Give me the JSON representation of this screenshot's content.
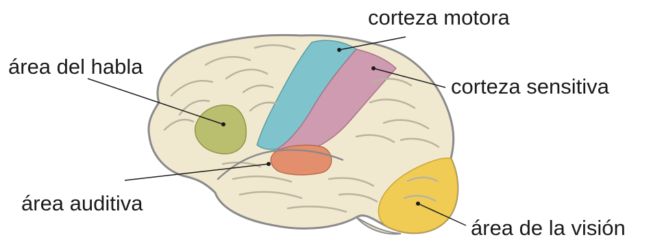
{
  "labels": {
    "motor_cortex": "corteza motora",
    "speech_area": "área del habla",
    "sensory_cortex": "corteza sensitiva",
    "auditory_area": "área auditiva",
    "visual_area": "área de la visión"
  },
  "colors": {
    "brain_base": "#f1e9cf",
    "brain_outline": "#8a8a8a",
    "folds": "#b9b39f",
    "motor_cortex": "#7fc4cc",
    "sensory_cortex": "#cf9bb0",
    "speech_area": "#b9bf6f",
    "auditory_area": "#e38f6d",
    "visual_area": "#f0cc55",
    "leader_line": "#1a1a1a"
  }
}
